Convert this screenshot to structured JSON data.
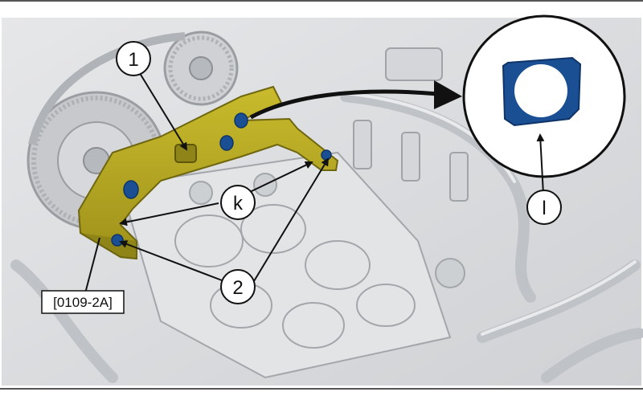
{
  "callouts": {
    "c1": "1",
    "ck": "k",
    "c2": "2",
    "cl": "l"
  },
  "tool_reference": "[0109-2A]",
  "colors": {
    "tool_body": "#b5a720",
    "tool_edge": "#6f6610",
    "seal_ring": "#1a4f94",
    "engine_bg": "#d9dbdd",
    "line": "#111111"
  }
}
